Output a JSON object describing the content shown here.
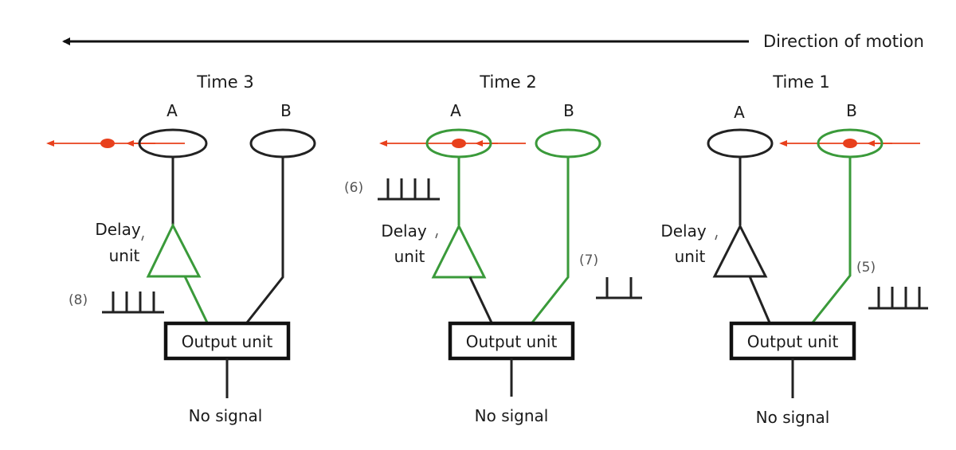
{
  "header": {
    "direction_label": "Direction of motion"
  },
  "colors": {
    "active": "#3a9a3a",
    "inactive": "#222222",
    "stimulus": "#e8401c",
    "box_border": "#111111"
  },
  "panels": [
    {
      "time_label": "Time 3",
      "receptor_a_label": "A",
      "receptor_b_label": "B",
      "delay_label_line1": "Delay",
      "delay_label_line2": "unit",
      "output_label": "Output unit",
      "result_label": "No signal",
      "spike_note": "(8)",
      "spike_count": 4,
      "stimulus_at": "A",
      "active_paths": [
        "delay-to-output"
      ]
    },
    {
      "time_label": "Time 2",
      "receptor_a_label": "A",
      "receptor_b_label": "B",
      "delay_label_line1": "Delay",
      "delay_label_line2": "unit",
      "output_label": "Output unit",
      "result_label": "No signal",
      "spike_note_a": "(6)",
      "spike_count_a": 4,
      "spike_note_b": "(7)",
      "spike_count_b": 2,
      "stimulus_at": "A",
      "active_paths": [
        "A-receptor",
        "A-to-delay",
        "delay",
        "B-receptor",
        "B-to-output"
      ]
    },
    {
      "time_label": "Time 1",
      "receptor_a_label": "A",
      "receptor_b_label": "B",
      "delay_label_line1": "Delay",
      "delay_label_line2": "unit",
      "output_label": "Output unit",
      "result_label": "No signal",
      "spike_note": "(5)",
      "spike_count": 4,
      "stimulus_at": "B",
      "active_paths": [
        "B-receptor",
        "B-to-output"
      ]
    }
  ]
}
